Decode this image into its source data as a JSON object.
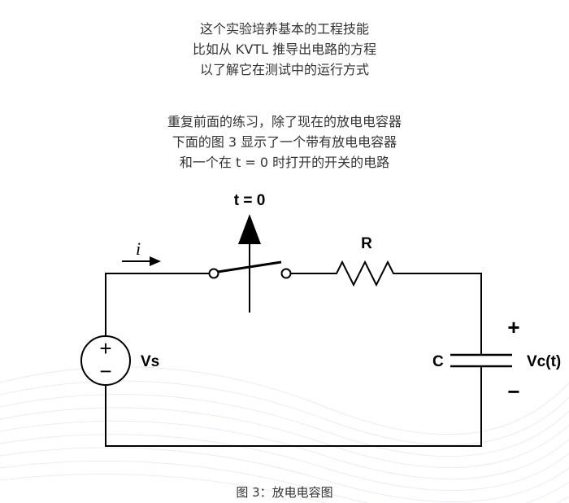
{
  "intro": {
    "lines": [
      "这个实验培养基本的工程技能",
      "比如从 KVTL 推导出电路的方程",
      "以了解它在测试中的运行方式"
    ]
  },
  "exercise": {
    "lines": [
      "重复前面的练习，除了现在的放电电容器",
      "下面的图 3 显示了一个带有放电电容器",
      "和一个在 t = 0 时打开的开关的电路"
    ]
  },
  "figure": {
    "switch_label": "t = 0",
    "current_label": "i",
    "resistor_label": "R",
    "source_plus": "+",
    "source_minus": "−",
    "source_label": "Vs",
    "capacitor_label": "C",
    "cap_plus": "+",
    "cap_minus": "−",
    "cap_voltage_label": "Vc(t)",
    "caption": "图 3：放电电容图"
  }
}
